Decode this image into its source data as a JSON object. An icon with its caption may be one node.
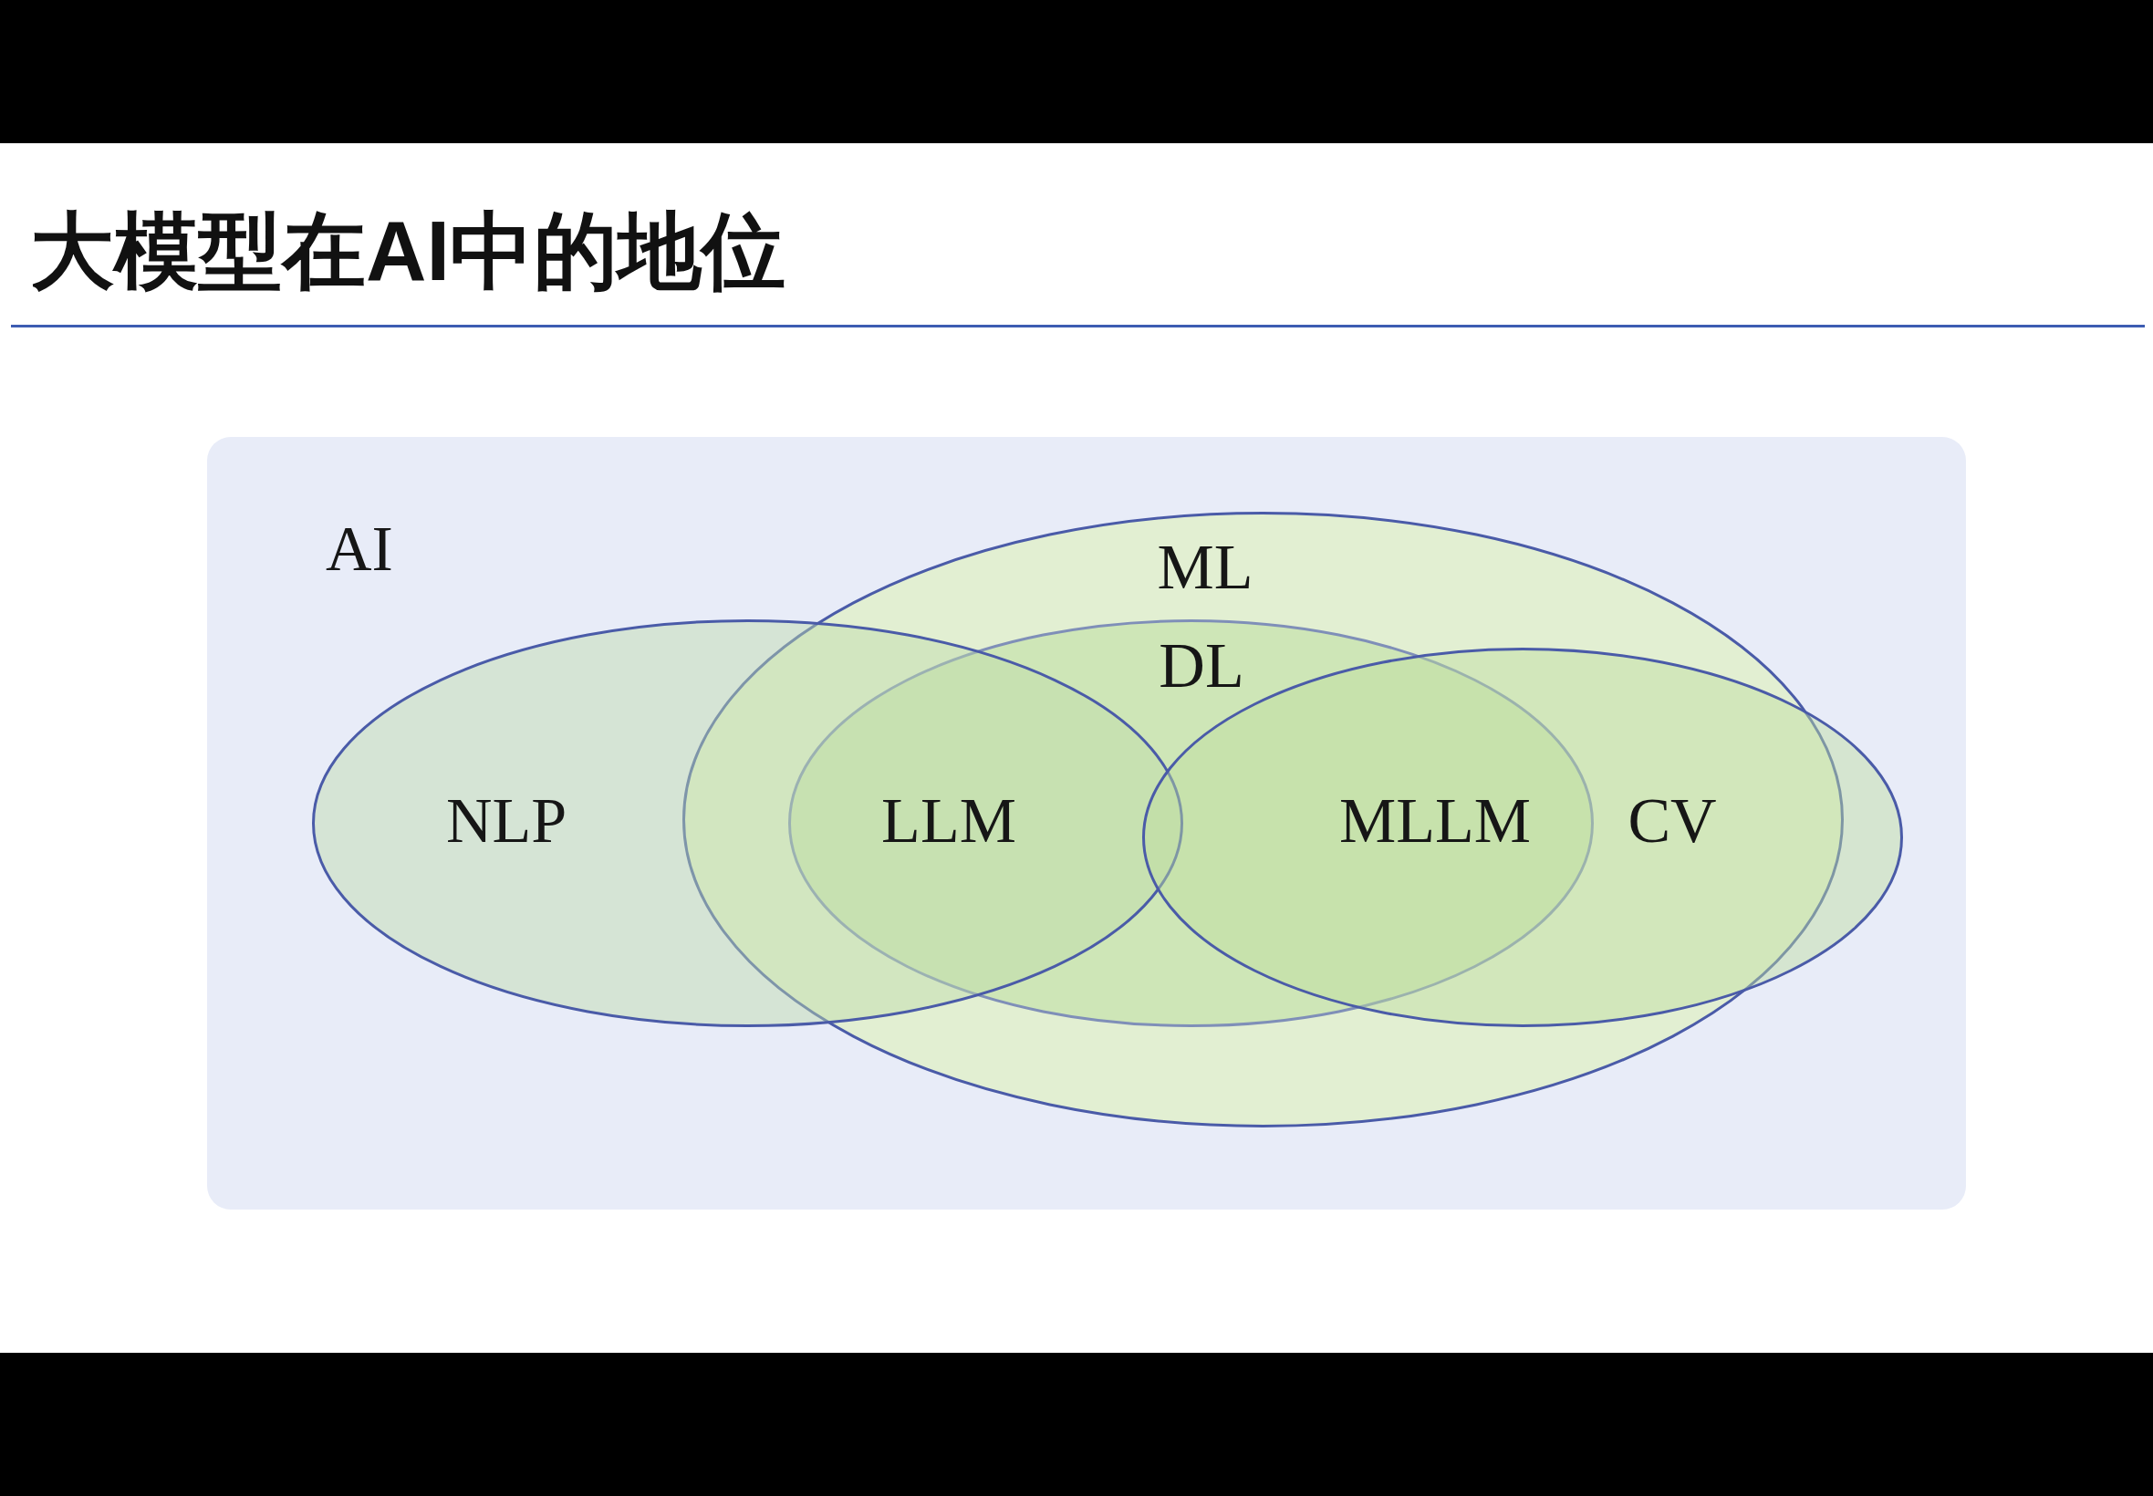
{
  "diagram": {
    "title": "大模型在AI中的地位",
    "nodes": [
      {
        "text": [
          "AI"
        ]
      },
      {
        "text": [
          "ML"
        ],
        "in": 0
      },
      {
        "text": [
          "DL"
        ],
        "in": 1
      },
      {
        "text": [
          "NLP"
        ],
        "in": 0
      },
      {
        "text": [
          "CV"
        ],
        "in": 0
      }
    ],
    "labels": [
      "LLM",
      "MLLM"
    ]
  }
}
